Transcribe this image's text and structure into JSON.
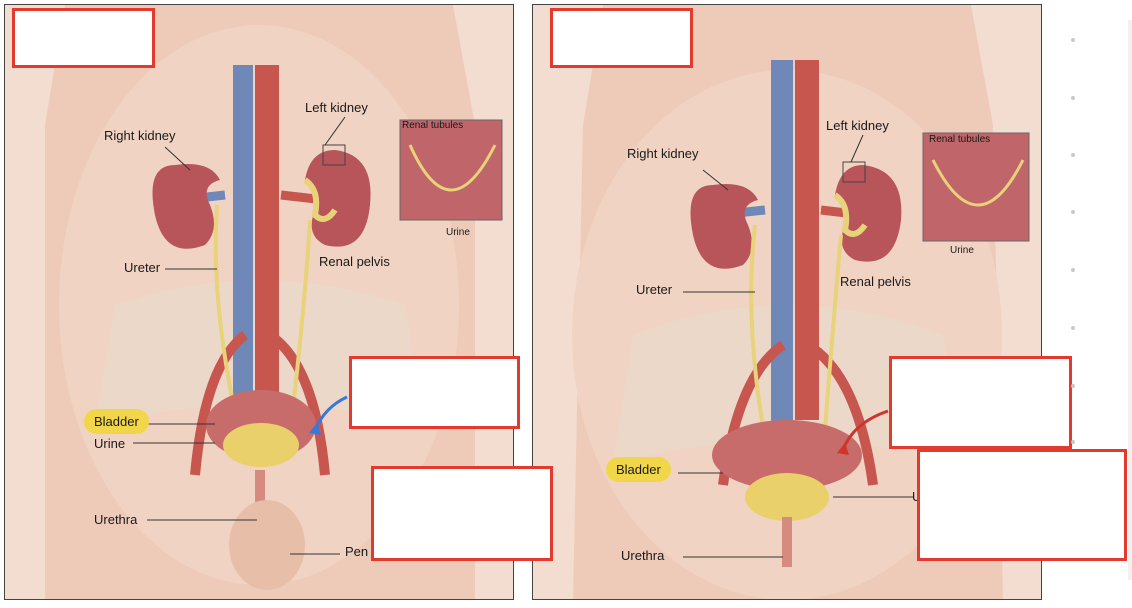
{
  "male": {
    "right_kidney": "Right kidney",
    "left_kidney": "Left kidney",
    "renal_tubules": "Renal tubules",
    "urine_inset": "Urine",
    "ureter": "Ureter",
    "renal_pelvis": "Renal pelvis",
    "bladder": "Bladder",
    "urine": "Urine",
    "urethra": "Urethra",
    "penis_partial": "Pen"
  },
  "female": {
    "right_kidney": "Right kidney",
    "left_kidney": "Left kidney",
    "renal_tubules": "Renal tubules",
    "urine_inset": "Urine",
    "ureter": "Ureter",
    "renal_pelvis": "Renal pelvis",
    "bladder": "Bladder",
    "urethra": "Urethra",
    "partial_label": "U"
  },
  "colors": {
    "skin": "#f3ddd0",
    "kidney": "#b8555a",
    "aorta": "#c7564f",
    "vena_cava": "#6f88b8",
    "ureter": "#e8d27a",
    "bladder": "#c76b6b",
    "urine": "#e9d06a",
    "highlight": "#f2d64a",
    "redact_border": "#e23a2e",
    "arrow_blue": "#3a78d8",
    "arrow_red": "#d0352b"
  }
}
